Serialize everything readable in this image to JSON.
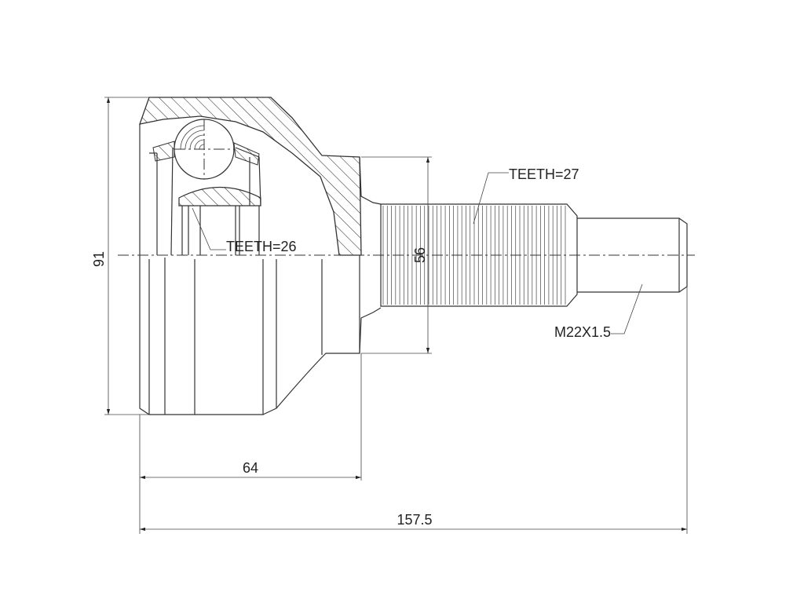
{
  "dimensions": {
    "overall_height": "91",
    "spline_diameter": "56",
    "body_length": "64",
    "total_length": "157.5"
  },
  "callouts": {
    "outer_teeth": "TEETH=27",
    "inner_teeth": "TEETH=26",
    "thread": "M22X1.5"
  },
  "spline_line_count": 45
}
